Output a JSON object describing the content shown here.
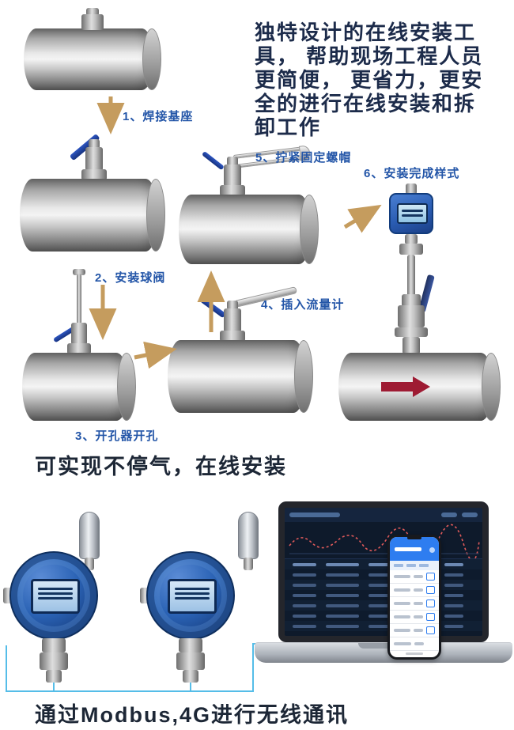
{
  "intro": {
    "lines": [
      "独特设计的在线安装工",
      "具， 帮助现场工程人员",
      "更简便， 更省力，更安",
      "全的进行在线安装和拆",
      "卸工作"
    ]
  },
  "steps": [
    {
      "label": "1、焊接基座"
    },
    {
      "label": "2、安装球阀"
    },
    {
      "label": "3、开孔器开孔"
    },
    {
      "label": "4、插入流量计"
    },
    {
      "label": "5、拧紧固定螺帽"
    },
    {
      "label": "6、安装完成样式"
    }
  ],
  "captions": {
    "online": "可实现不停气，在线安装",
    "comm": "通过Modbus,4G进行无线通讯"
  },
  "colors": {
    "arrow_gold": "#c59c5e",
    "step_label_blue": "#2456a8",
    "heading_dark": "#1d2736",
    "intro_navy": "#1c2b4a",
    "device_blue": "#2a62b4",
    "wire_blue": "#55bde8",
    "flow_arrow_red": "#9e1b33",
    "chart_line_red": "#e05a5a",
    "phone_header_blue": "#2e7df0"
  }
}
